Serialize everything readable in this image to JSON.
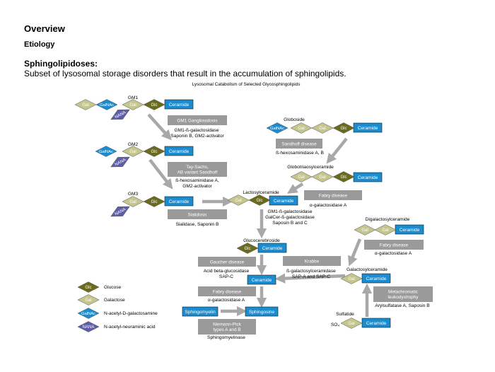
{
  "header": {
    "overview": "Overview",
    "etiology": "Etiology",
    "heading": "Sphingolipidoses:",
    "description": "Subset of lysosomal storage disorders that result in the accumulation of sphingolipids."
  },
  "diagram": {
    "title": "Lysosomal Catabolism of Selected Glycosphingolipids",
    "colors": {
      "glucose": "#6b6b1e",
      "galactose": "#c5c58e",
      "galnac": "#1b8ccf",
      "nana": "#5e5ea8",
      "ceramide": "#1b8ccf",
      "disease_box": "#9a9a9a",
      "arrow": "#a8a8a8"
    },
    "units": {
      "glc": "Glc",
      "gal": "Gal",
      "galnac": "GalNAc",
      "nana": "NANA",
      "ceramide": "Ceramide",
      "so4": "SO₄"
    },
    "compounds": {
      "gm1": "GM1",
      "gm2": "GM2",
      "gm3": "GM3",
      "globoside": "Globoside",
      "globotriaosylceramide": "Globotriaosylceramide",
      "lactosylceramide": "Lactosylceramide",
      "digalactosylceramide": "Digalactosylceramide",
      "glucocerebroside": "Glucocerebroside",
      "galactosylceramide": "Galactosylceramide",
      "sulfatide": "Sulfatide",
      "sphingomyelin": "Sphingomyelin",
      "sphingosine": "Sphingosine"
    },
    "diseases": {
      "gm1": "GM1 Gangliosidosis",
      "taysachs_1": "Tay-Sachs,",
      "taysachs_2": "AB variant Sandhoff",
      "sandhoff": "Sandhoff disease",
      "fabry": "Fabry disease",
      "sialidosis": "Sialidosis",
      "gaucher": "Gaucher disease",
      "krabbe": "Krabbe",
      "mld_1": "Metachromatic",
      "mld_2": "leukodystrophy",
      "niemann_1": "Niemann-Pick",
      "niemann_2": "types A and B"
    },
    "enzymes": {
      "gm1_1": "GM1-ß-galactosidase",
      "gm1_2": "Saponin B, GM2-activator",
      "gm2_1": "ß-hexosaminidase A,",
      "gm2_2": "GM2-activator",
      "globoside": "ß-hexosaminidase A, B",
      "gm3": "Sialidase, Saponin B",
      "globotri": "α-galactosidase A",
      "lacto_1": "GM1-ß-galactosidase",
      "lacto_2": "GalCer-ß-galactosidase",
      "lacto_3": "Saposin B and C",
      "digal": "α-galactosidase A",
      "gluco_1": "Acid beta-glucosidase",
      "gluco_2": "SAP-C",
      "galcer_1": "ß-galactosylceramidase",
      "galcer_2": "SAP-A and SAP-C",
      "fabry2": "α-galactosidase A",
      "sulfatide": "Arylsulfatase A, Saposin B",
      "sphingo": "Sphingomyelinase"
    },
    "legend": {
      "glucose": "Glucose",
      "galactose": "Galactose",
      "galnac": "N-acetyl-D-galactosamine",
      "nana": "N-acetyl-neuraminic acid"
    }
  }
}
